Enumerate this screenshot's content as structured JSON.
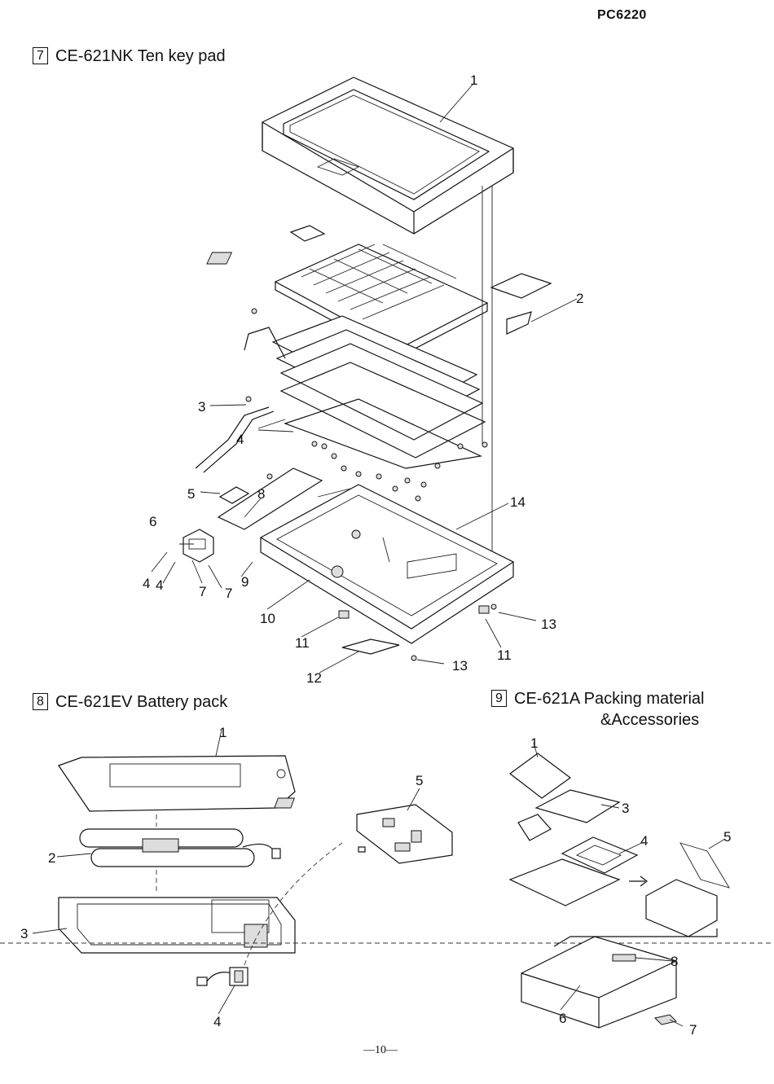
{
  "header": {
    "model": "PC6220"
  },
  "sections": [
    {
      "num": "7",
      "title": "CE-621NK Ten key pad"
    },
    {
      "num": "8",
      "title": "CE-621EV Battery pack"
    },
    {
      "num": "9",
      "title": "CE-621A Packing material",
      "title_line2": "&Accessories"
    }
  ],
  "callouts_tenkey": [
    "1",
    "2",
    "3",
    "4",
    "5",
    "6",
    "7",
    "8",
    "9",
    "10",
    "11",
    "12",
    "13",
    "14"
  ],
  "callouts_battery": [
    "1",
    "2",
    "3",
    "4",
    "5"
  ],
  "callouts_packing": [
    "1",
    "3",
    "4",
    "5",
    "6",
    "7",
    "8"
  ],
  "footer": {
    "page": "—10—"
  }
}
